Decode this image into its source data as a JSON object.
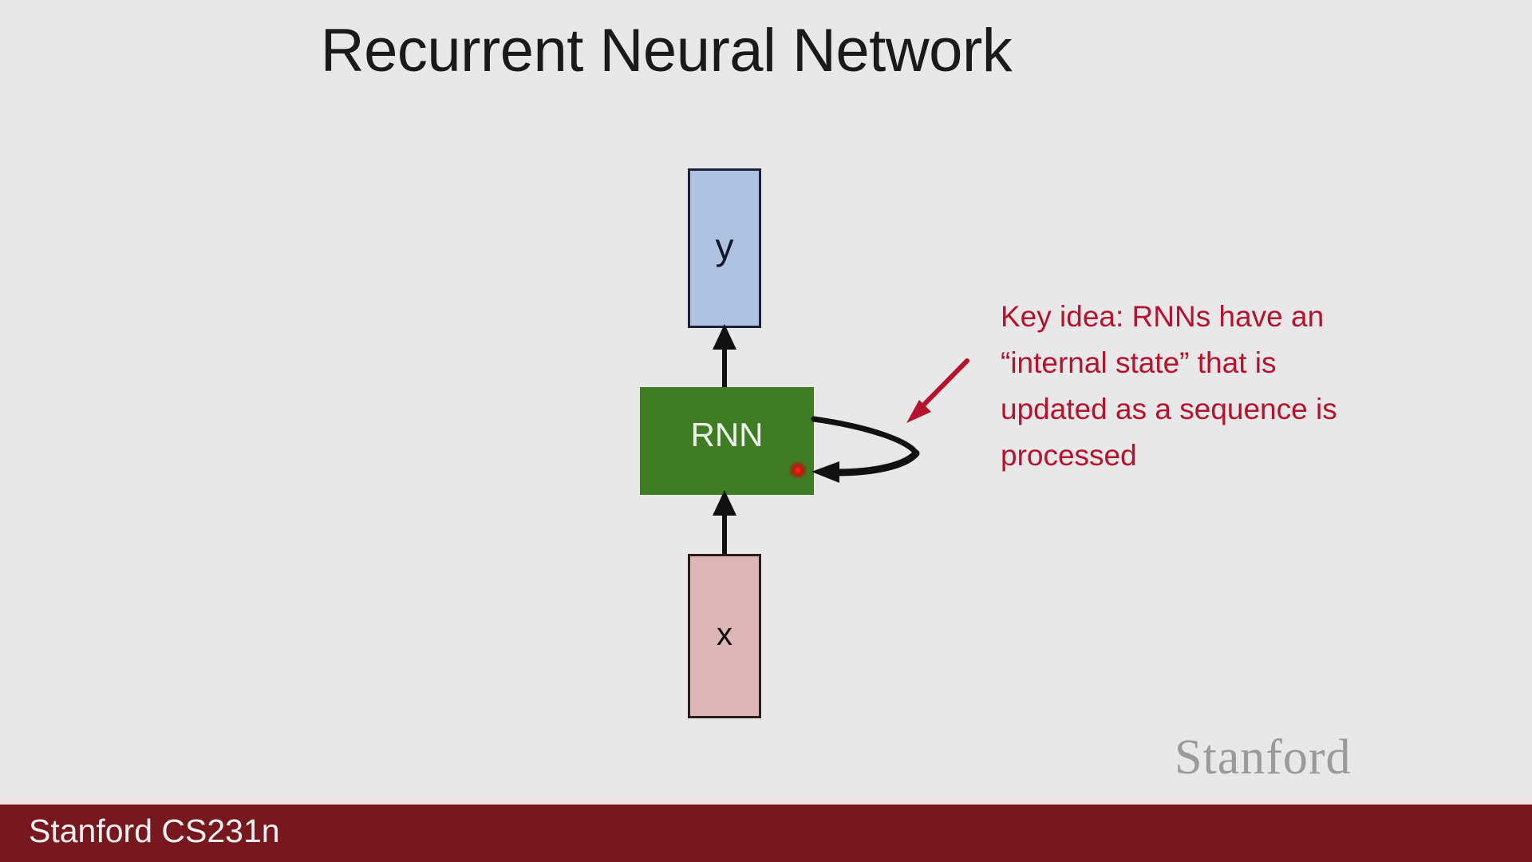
{
  "slide": {
    "title": "Recurrent Neural Network",
    "background_color": "#e8e8e8"
  },
  "diagram": {
    "type": "rnn-block-diagram",
    "nodes": [
      {
        "id": "y",
        "label": "y",
        "fill": "#aec3e1",
        "border": "#1c2339",
        "role": "output"
      },
      {
        "id": "rnn",
        "label": "RNN",
        "fill": "#3f7c23",
        "border": "#3f7c23",
        "role": "recurrent-cell"
      },
      {
        "id": "x",
        "label": "x",
        "fill": "#ddb6b8",
        "border": "#2b1b1b",
        "role": "input"
      }
    ],
    "edges": [
      {
        "id": "x-to-rnn",
        "from": "x",
        "to": "rnn",
        "style": "straight-arrow",
        "color": "#111111"
      },
      {
        "id": "rnn-to-y",
        "from": "rnn",
        "to": "y",
        "style": "straight-arrow",
        "color": "#111111"
      },
      {
        "id": "rnn-self-loop",
        "from": "rnn",
        "to": "rnn",
        "style": "self-loop-arrow",
        "color": "#111111"
      }
    ]
  },
  "annotation": {
    "color": "#b5122e",
    "lines": [
      "Key idea: RNNs have an",
      "“internal state” that is",
      "updated as a sequence is",
      "processed"
    ],
    "pointer": {
      "style": "arrow",
      "color": "#b5122e",
      "points_to": "rnn-self-loop"
    }
  },
  "laser_pointer": {
    "visible": true,
    "color": "#c21608"
  },
  "branding": {
    "wordmark": "Stanford",
    "wordmark_color": "#9a9a9a"
  },
  "footer": {
    "label": "Stanford CS231n",
    "bar_color": "#76181d",
    "text_color": "#f7f2f2"
  }
}
